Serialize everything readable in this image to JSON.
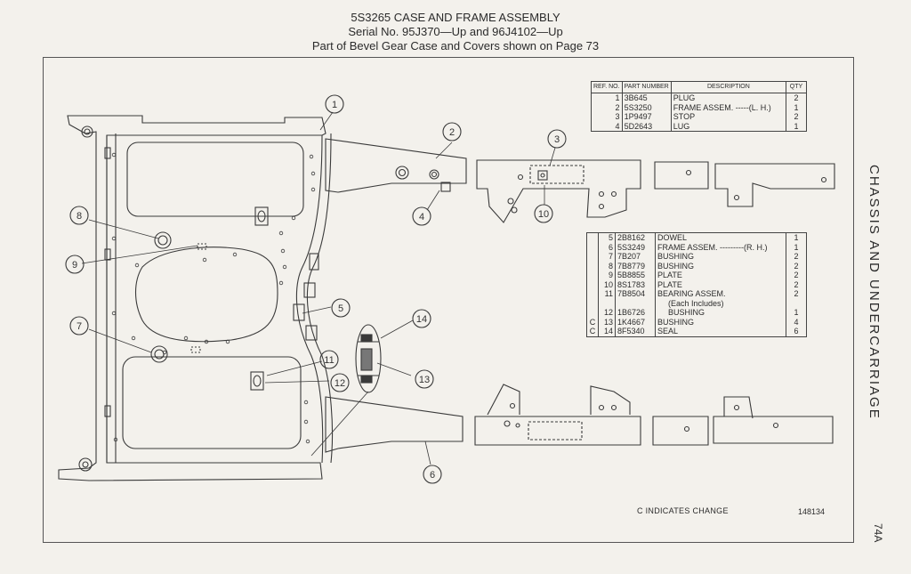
{
  "header": {
    "title": "5S3265 CASE AND FRAME ASSEMBLY",
    "serial": "Serial No. 95J370—Up and 96J4102—Up",
    "note": "Part of Bevel Gear Case and Covers shown on Page 73"
  },
  "side_title": "CHASSIS AND UNDERCARRIAGE",
  "page_number": "74A",
  "change_note": "C INDICATES CHANGE",
  "figure_number": "148134",
  "table_headers": {
    "ref": "REF. NO.",
    "part": "PART NUMBER",
    "desc": "DESCRIPTION",
    "qty": "QTY"
  },
  "parts_table_1": [
    {
      "change": "",
      "ref": "1",
      "part": "3B645",
      "desc": "PLUG",
      "qty": "2"
    },
    {
      "change": "",
      "ref": "2",
      "part": "5S3250",
      "desc": "FRAME ASSEM. -----(L. H.)",
      "qty": "1"
    },
    {
      "change": "",
      "ref": "3",
      "part": "1P9497",
      "desc": "STOP",
      "qty": "2"
    },
    {
      "change": "",
      "ref": "4",
      "part": "5D2643",
      "desc": "LUG",
      "qty": "1"
    }
  ],
  "parts_table_2": [
    {
      "change": "",
      "ref": "5",
      "part": "2B8162",
      "desc": "DOWEL",
      "qty": "1",
      "indent": false
    },
    {
      "change": "",
      "ref": "6",
      "part": "5S3249",
      "desc": "FRAME ASSEM. ---------(R. H.)",
      "qty": "1",
      "indent": false
    },
    {
      "change": "",
      "ref": "7",
      "part": "7B207",
      "desc": "BUSHING",
      "qty": "2",
      "indent": false
    },
    {
      "change": "",
      "ref": "8",
      "part": "7B8779",
      "desc": "BUSHING",
      "qty": "2",
      "indent": false
    },
    {
      "change": "",
      "ref": "9",
      "part": "5B8855",
      "desc": "PLATE",
      "qty": "2",
      "indent": false
    },
    {
      "change": "",
      "ref": "10",
      "part": "8S1783",
      "desc": "PLATE",
      "qty": "2",
      "indent": false
    },
    {
      "change": "",
      "ref": "11",
      "part": "7B8504",
      "desc": "BEARING ASSEM.",
      "qty": "2",
      "indent": false
    },
    {
      "change": "",
      "ref": "",
      "part": "",
      "desc": "(Each Includes)",
      "qty": "",
      "indent": true
    },
    {
      "change": "",
      "ref": "12",
      "part": "1B6726",
      "desc": "BUSHING",
      "qty": "1",
      "indent": true
    },
    {
      "change": "C",
      "ref": "13",
      "part": "1K4667",
      "desc": "BUSHING",
      "qty": "4",
      "indent": false
    },
    {
      "change": "C",
      "ref": "14",
      "part": "8F5340",
      "desc": "SEAL",
      "qty": "6",
      "indent": false
    }
  ],
  "callouts": [
    "1",
    "2",
    "3",
    "4",
    "5",
    "6",
    "7",
    "8",
    "9",
    "10",
    "11",
    "12",
    "13",
    "14"
  ]
}
